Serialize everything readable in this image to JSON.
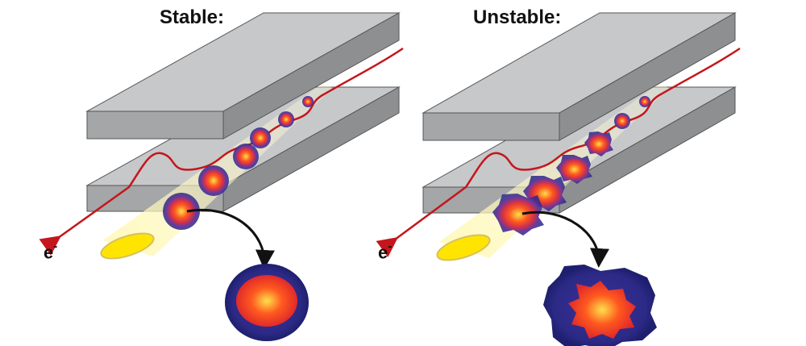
{
  "panels": {
    "stable": {
      "title": "Stable:",
      "electron_label": "e",
      "electron_charge": "-"
    },
    "unstable": {
      "title": "Unstable:",
      "electron_label": "e",
      "electron_charge": "-"
    }
  },
  "colors": {
    "plate_top": "#c7c8ca",
    "plate_front": "#a4a6a8",
    "plate_side": "#8d8f91",
    "plate_outline": "#4a4a4a",
    "beam_cone": "#fff3a0",
    "beam_end": "#ffe400",
    "undulator_path": "#c4161c",
    "bunch_core": "#ff5a1f",
    "bunch_halo": "#3a2a8c"
  },
  "icons": [
    "electron-trajectory-arrow",
    "callout-arrow"
  ]
}
